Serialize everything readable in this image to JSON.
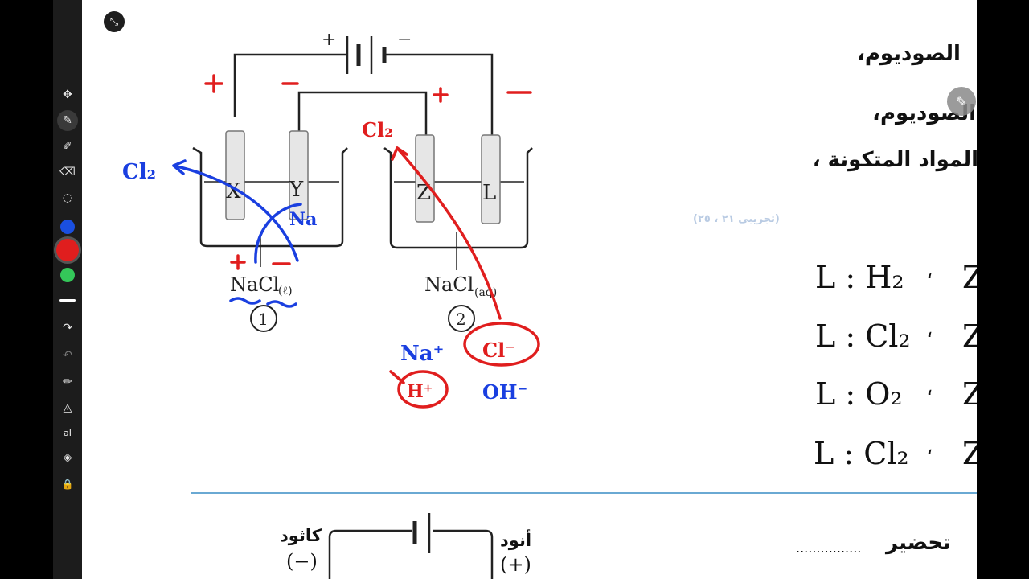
{
  "toolbar": {
    "tools": [
      {
        "name": "move-icon",
        "glyph": "✥"
      },
      {
        "name": "pen-icon",
        "glyph": "✎"
      },
      {
        "name": "highlighter-icon",
        "glyph": "✐"
      },
      {
        "name": "eraser-icon",
        "glyph": "⌫"
      },
      {
        "name": "lasso-icon",
        "glyph": "◌"
      }
    ],
    "colors": [
      "#1a4fe0",
      "#e01e1e",
      "#34c759"
    ],
    "selected_color": "#e01e1e",
    "actions": [
      {
        "name": "redo-icon",
        "glyph": "↷"
      },
      {
        "name": "undo-icon",
        "glyph": "↶"
      },
      {
        "name": "marker-icon",
        "glyph": "✏"
      },
      {
        "name": "shapes-icon",
        "glyph": "◬"
      },
      {
        "name": "text-icon",
        "glyph": "aI"
      },
      {
        "name": "fill-icon",
        "glyph": "◈"
      },
      {
        "name": "lock-icon",
        "glyph": "🔒"
      }
    ]
  },
  "worksheet": {
    "arabic_lines": [
      "الصوديوم،",
      "الصوديوم،",
      "المواد المتكونة ،"
    ],
    "faint_ref": "(تجريبي ٢١ ، ٢٥)",
    "options": [
      {
        "l": "L : H₂",
        "z": "Z"
      },
      {
        "l": "L : Cl₂",
        "z": "Z"
      },
      {
        "l": "L : O₂",
        "z": "Z"
      },
      {
        "l": "L : Cl₂",
        "z": "Z"
      }
    ],
    "separator": "،",
    "diagram": {
      "electrodes": [
        "X",
        "Y",
        "Z",
        "L"
      ],
      "cell1_label": "NaCl",
      "cell1_state": "(ℓ)",
      "cell1_number": "1",
      "cell2_label": "NaCl",
      "cell2_state": "(aq)",
      "cell2_number": "2",
      "battery_plus": "+",
      "battery_minus": "−"
    },
    "annotations": {
      "blue_cl2": "Cl₂",
      "blue_na": "Na",
      "red_cl2": "Cl₂",
      "na_plus": "Na⁺",
      "h_plus": "H⁺",
      "cl_minus": "Cl⁻",
      "oh_minus": "OH⁻",
      "plus": "+",
      "minus": "−"
    },
    "question2": {
      "cathode": "كاثود",
      "cathode_sign": "(−)",
      "anode": "أنود",
      "anode_sign": "(+)",
      "prep_text": "تحضير",
      "dots": "................"
    }
  }
}
